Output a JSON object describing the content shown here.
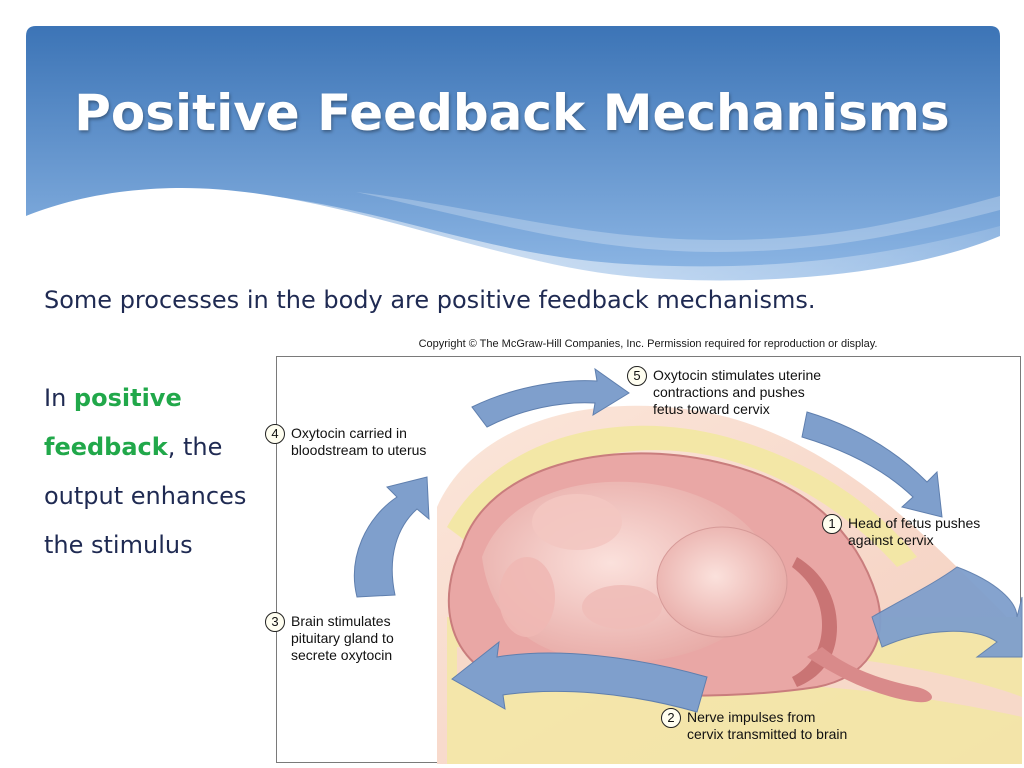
{
  "slide": {
    "title": "Positive Feedback Mechanisms",
    "subtitle": "Some processes in the body are positive feedback mechanisms.",
    "body": {
      "before": "In ",
      "highlight": "positive feedback",
      "after": ", the output enhances the stimulus"
    }
  },
  "figure": {
    "copyright": "Copyright © The McGraw-Hill Companies, Inc. Permission required for reproduction or display.",
    "steps": [
      {
        "number": "1",
        "text": "Head of fetus pushes\nagainst cervix"
      },
      {
        "number": "2",
        "text": "Nerve impulses from\ncervix transmitted to brain"
      },
      {
        "number": "3",
        "text": "Brain stimulates\npituitary gland to\nsecrete oxytocin"
      },
      {
        "number": "4",
        "text": "Oxytocin carried in\nbloodstream to uterus"
      },
      {
        "number": "5",
        "text": "Oxytocin stimulates uterine\ncontractions and pushes\nfetus toward cervix"
      }
    ]
  },
  "colors": {
    "header_top": "#3f78b8",
    "header_bottom": "#8fb8e6",
    "text": "#1f2a52",
    "highlight": "#21a84a",
    "arrow": "#7e9fcb"
  }
}
